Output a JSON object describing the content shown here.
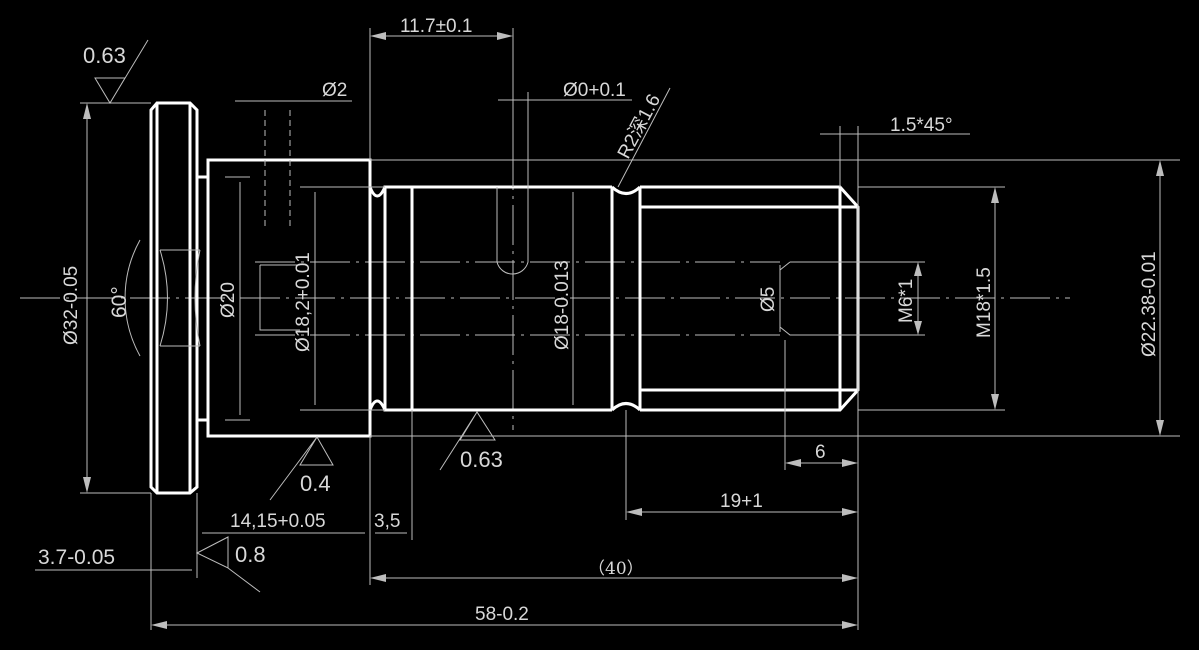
{
  "dimensions": {
    "top_length": "11.7±0.1",
    "hole_dia": "Ø2",
    "slot_tol": "Ø0+0.1",
    "groove_note": "R2深1.6",
    "chamfer": "1.5*45°",
    "flange_dia": "Ø32-0.05",
    "angle": "60°",
    "hub_dia": "Ø20",
    "bore_dia": "Ø18,2+0.01",
    "shaft_dia": "Ø18-0.013",
    "drill_dia": "Ø5",
    "inner_thread": "M6*1",
    "outer_thread": "M18*1.5",
    "max_dia": "Ø22.38-0.01",
    "thread_depth": "6",
    "thread_length": "19+1",
    "hub_length": "14,15+0.05",
    "collar_length": "3,5",
    "flange_thickness": "3.7-0.05",
    "ref_length": "（40）",
    "total_length": "58-0.2"
  },
  "surface_roughness": {
    "flange_top": "0.63",
    "shaft": "0.63",
    "hub": "0.4",
    "flange_face": "0.8"
  }
}
